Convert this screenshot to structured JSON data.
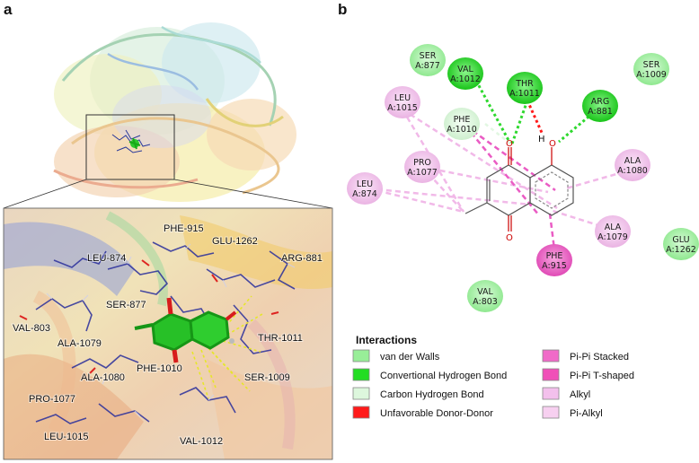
{
  "panels": {
    "a": {
      "letter": "a"
    },
    "b": {
      "letter": "b"
    }
  },
  "residue_labels_3d": [
    "PHE-915",
    "GLU-1262",
    "LEU-874",
    "ARG-881",
    "SER-877",
    "VAL-803",
    "ALA-1079",
    "THR-1011",
    "PHE-1010",
    "ALA-1080",
    "SER-1009",
    "PRO-1077",
    "LEU-1015",
    "VAL-1012"
  ],
  "interaction_nodes": [
    {
      "id": "ser877",
      "name": "SER",
      "num": "A:877",
      "type": "vdw"
    },
    {
      "id": "val1012",
      "name": "VAL",
      "num": "A:1012",
      "type": "hbond"
    },
    {
      "id": "thr1011",
      "name": "THR",
      "num": "A:1011",
      "type": "hbond"
    },
    {
      "id": "ser1009",
      "name": "SER",
      "num": "A:1009",
      "type": "vdw"
    },
    {
      "id": "leu1015",
      "name": "LEU",
      "num": "A:1015",
      "type": "alkyl"
    },
    {
      "id": "phe1010",
      "name": "PHE",
      "num": "A:1010",
      "type": "ch"
    },
    {
      "id": "arg881",
      "name": "ARG",
      "num": "A:881",
      "type": "hbond"
    },
    {
      "id": "pro1077",
      "name": "PRO",
      "num": "A:1077",
      "type": "alkyl"
    },
    {
      "id": "ala1080",
      "name": "ALA",
      "num": "A:1080",
      "type": "alkyl"
    },
    {
      "id": "leu874",
      "name": "LEU",
      "num": "A:874",
      "type": "alkyl"
    },
    {
      "id": "ala1079",
      "name": "ALA",
      "num": "A:1079",
      "type": "alkyl"
    },
    {
      "id": "glu1262",
      "name": "GLU",
      "num": "A:1262",
      "type": "vdw"
    },
    {
      "id": "phe915",
      "name": "PHE",
      "num": "A:915",
      "type": "pistack"
    },
    {
      "id": "val803",
      "name": "VAL",
      "num": "A:803",
      "type": "vdw"
    }
  ],
  "ligand_atoms": {
    "O": "O",
    "H": "H"
  },
  "legend": {
    "title": "Interactions",
    "items": [
      {
        "label": "van der Walls",
        "color": "#98ee98"
      },
      {
        "label": "Convertional Hydrogen Bond",
        "color": "#22dd22"
      },
      {
        "label": "Carbon Hydrogen Bond",
        "color": "#ddf7dd"
      },
      {
        "label": "Unfavorable Donor-Donor",
        "color": "#ff1a1a"
      },
      {
        "label": "Pi-Pi Stacked",
        "color": "#f06ac8"
      },
      {
        "label": "Pi-Pi T-shaped",
        "color": "#f04fb8"
      },
      {
        "label": "Alkyl",
        "color": "#f3c0ec"
      },
      {
        "label": "Pi-Alkyl",
        "color": "#f7d0f0"
      }
    ]
  },
  "colors": {
    "vdw": "#a6efa6",
    "hbond": "#2ed82e",
    "ch": "#e2f7e2",
    "alkyl": "#f3c7ee",
    "pistack": "#ea5cc4",
    "donor_donor": "#ff1a1a"
  }
}
